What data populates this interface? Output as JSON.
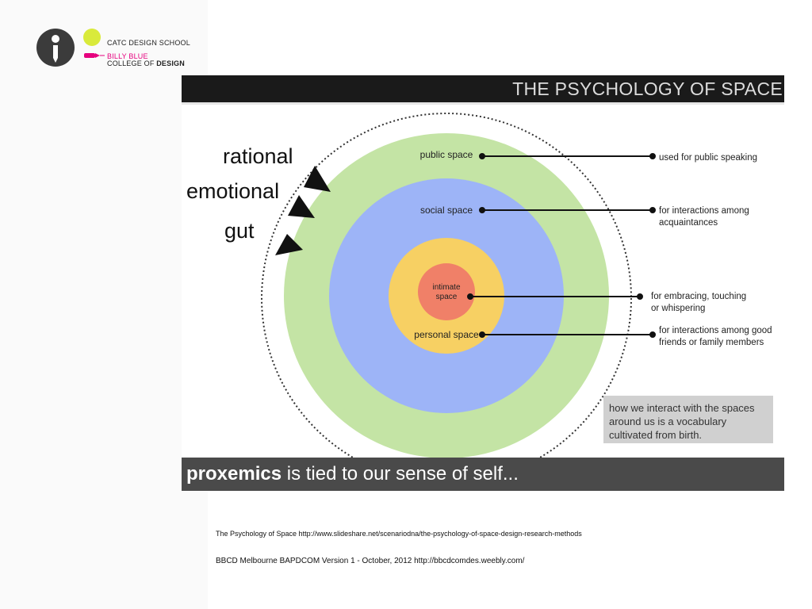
{
  "logo": {
    "school_line": "CATC DESIGN SCHOOL",
    "brand_line": "BILLY BLUE",
    "college_line_a": "COLLEGE OF",
    "college_line_b": "DESIGN",
    "accent_color": "#e6007e",
    "dot_color": "#d9ea3b"
  },
  "slide": {
    "title": "THE PSYCHOLOGY OF SPACE",
    "levels": [
      "rational",
      "emotional",
      "gut"
    ],
    "zones": [
      {
        "label": "public space",
        "description": "used for public speaking",
        "color": "#c4e4a5"
      },
      {
        "label": "social space",
        "description": "for interactions among acquaintances",
        "description_lines": [
          "for interactions among",
          "acquaintances"
        ],
        "color": "#9db4f7"
      },
      {
        "label_lines": [
          "intimate",
          "space"
        ],
        "description_lines": [
          "for embracing, touching",
          "or whispering"
        ],
        "color": "#f08068"
      },
      {
        "label": "personal space",
        "description_lines": [
          "for interactions among good",
          "friends or family members"
        ],
        "color": "#f7d063"
      }
    ],
    "note_lines": [
      "how we interact with the spaces",
      "around us is a vocabulary",
      "cultivated from birth."
    ],
    "footer_bold": "proxemics",
    "footer_rest": " is tied to our sense of self..."
  },
  "captions": {
    "source": "The Psychology of Space http://www.slideshare.net/scenariodna/the-psychology-of-space-design-research-methods",
    "course": "BBCD Melbourne BAPDCOM Version 1 - October, 2012 http://bbcdcomdes.weebly.com/"
  }
}
